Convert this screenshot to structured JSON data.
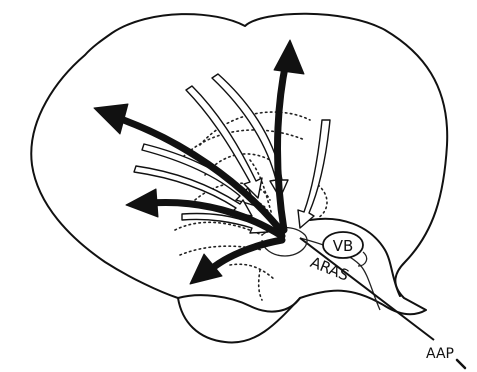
{
  "labels": {
    "vb": "VB",
    "aras": "ARAS",
    "aap": "AAP"
  },
  "colors": {
    "ink": "#111111",
    "background": "#ffffff"
  }
}
